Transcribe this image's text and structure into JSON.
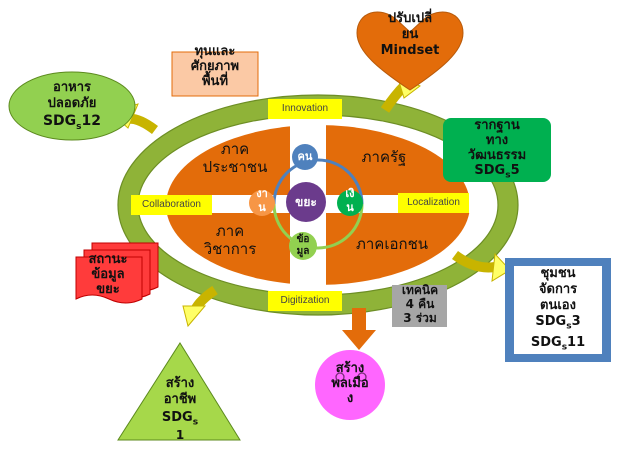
{
  "colors": {
    "ring": "#8fb338",
    "ellipse": "#e36c0a",
    "orange_box": "#fbc9a5",
    "yellow_tag": "#ffff00",
    "green_oval": "#92d050",
    "heart": "#e36c0a",
    "green_box": "#00b050",
    "blue_box": "#4f81bd",
    "gray_box": "#a6a6a6",
    "red_docs": "#ff3b3b",
    "triangle": "#a6d84a",
    "pink_circle": "#ff66ff",
    "purple_center": "#6b3b8c",
    "blue_small": "#4f81bd",
    "green_small": "#00b050",
    "orange_small": "#f79646",
    "yellow_small": "#92d050"
  },
  "icons": [
    "curved-arrow-icon",
    "down-arrow-icon",
    "heart-shape",
    "wave-document-stack-icon",
    "smiley-icon"
  ],
  "quadrants": {
    "top_left": "ภาค\nประชาชน",
    "top_right": "ภาครัฐ",
    "bottom_left": "ภาค\nวิชาการ",
    "bottom_right": "ภาคเอกชน"
  },
  "tags": {
    "innovation": "Innovation",
    "collaboration": "Collaboration",
    "localization": "Localization",
    "digitization": "Digitization"
  },
  "center": {
    "main": "ขยะ",
    "top": "คน",
    "left": "งา\nน",
    "right": "เงิ\nน",
    "bottom": "ข้อ\nมูล"
  },
  "outer": {
    "capital": "ทุนและ\nศักยภาพ\nพื้นที่",
    "food": "อาหาร\nปลอดภัย",
    "food_sdg": "SDG",
    "food_sub": "s",
    "food_num": "12",
    "mindset": "ปรับเปลี่\nยน\nMindset",
    "culture": "รากฐาน\nทาง\nวัฒนธรรม",
    "culture_sdg": "SDG",
    "culture_sub": "s",
    "culture_num": "5",
    "waste_info": "สถานะ\nข้อมูล\nขยะ",
    "technique_1": "เทคนิค",
    "technique_2": "4 คืน",
    "technique_3": "3  ร่วม",
    "community_1": "ชุมชน",
    "community_2": "จัดการ",
    "community_3": "ตนเอง",
    "community_sdg_a": "SDG",
    "community_sub_a": "s",
    "community_num_a": "3",
    "community_sdg_b": "SDG",
    "community_sub_b": "s",
    "community_num_b": "11",
    "career": "สร้าง\nอาชีพ",
    "career_sdg": "SDG",
    "career_sub": "s",
    "career_num": "1",
    "empower": "สร้าง\nพลเมือ\nง"
  }
}
